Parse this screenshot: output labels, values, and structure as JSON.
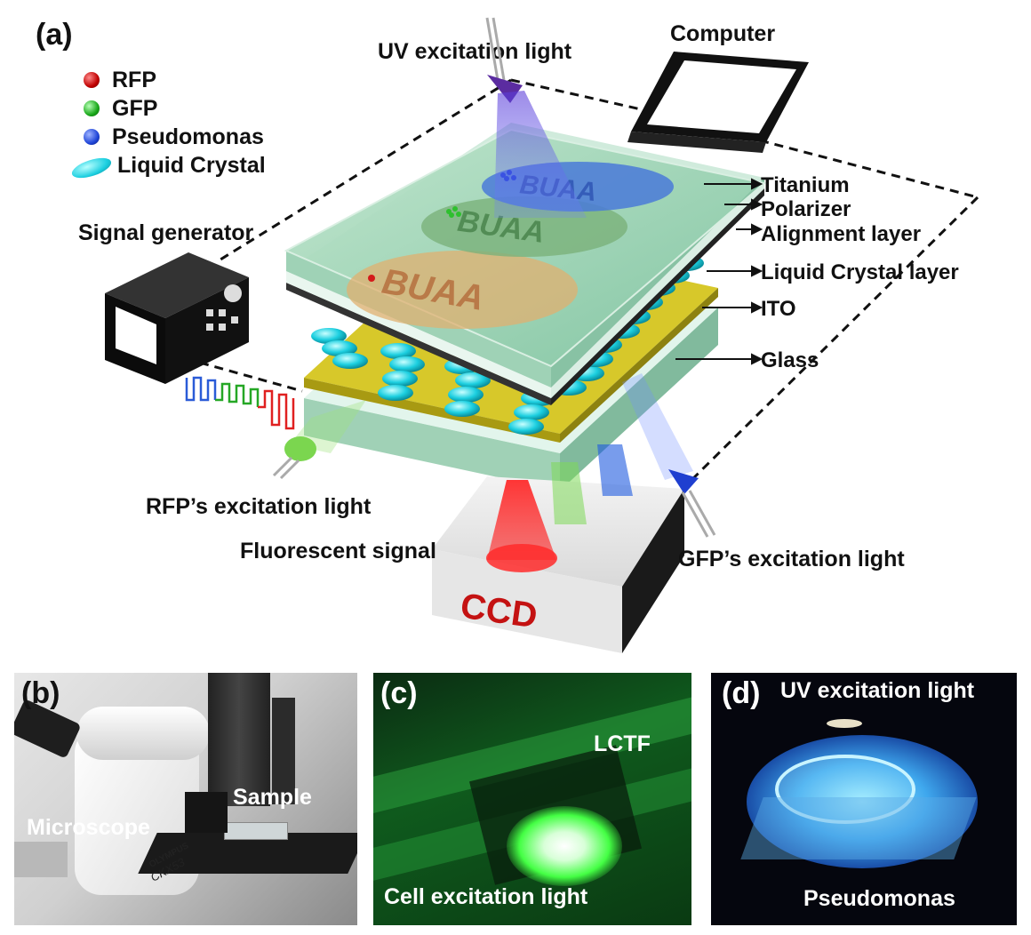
{
  "panel_a": {
    "tag": "(a)",
    "legend": [
      {
        "label": "RFP",
        "color": "#d41a1a"
      },
      {
        "label": "GFP",
        "color": "#2ec02e"
      },
      {
        "label": "Pseudomonas",
        "color": "#1f45d8"
      },
      {
        "label": "Liquid Crystal",
        "color": "#2fd6e0"
      }
    ],
    "uv_light": "UV excitation light",
    "computer": "Computer",
    "signal_generator": "Signal generator",
    "layers": [
      "Titanium",
      "Polarizer",
      "Alignment layer",
      "Liquid Crystal layer",
      "ITO",
      "Glass"
    ],
    "rfp_light": "RFP’s excitation light",
    "fluorescent": "Fluorescent signal",
    "gfp_light": "GFP’s excitation light",
    "ccd": "CCD",
    "buaa": "BUAA"
  },
  "panel_b": {
    "tag": "(b)",
    "sample": "Sample",
    "microscope": "Microscope",
    "brand": "OLYMPUS",
    "model": "CKX53"
  },
  "panel_c": {
    "tag": "(c)",
    "lctf": "LCTF",
    "caption": "Cell excitation light"
  },
  "panel_d": {
    "tag": "(d)",
    "uv": "UV excitation light",
    "caption": "Pseudomonas"
  }
}
